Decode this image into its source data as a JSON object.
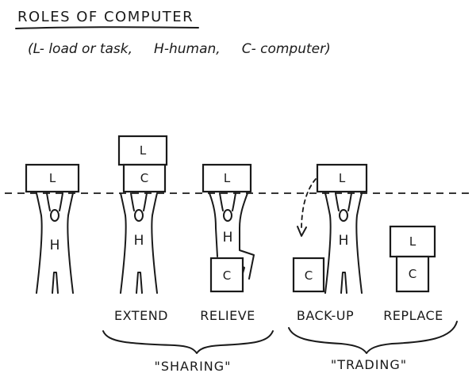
{
  "title": "ROLES OF COMPUTER",
  "legend": "(L- load or task,     H-human,     C- computer)",
  "box_labels": {
    "load": "L",
    "computer": "C"
  },
  "human_label": "H",
  "captions": {
    "extend": "EXTEND",
    "relieve": "RELIEVE",
    "backup": "BACK-UP",
    "replace": "REPLACE"
  },
  "groups": {
    "sharing": "\"SHARING\"",
    "trading": "\"TRADING\""
  },
  "colors": {
    "ink": "#1a1a1a",
    "paper": "#ffffff"
  }
}
